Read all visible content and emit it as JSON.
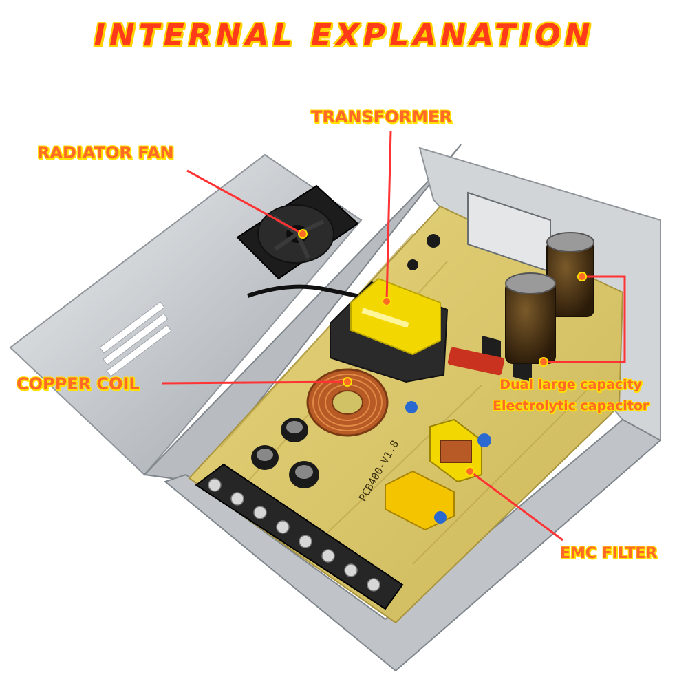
{
  "title": "INTERNAL EXPLANATION",
  "labels": {
    "radiator_fan": "RADIATOR FAN",
    "transformer": "TRANSFORMER",
    "copper_coil": "COPPER COIL",
    "capacitor_line1": "Dual large capacity",
    "capacitor_line2": "Electrolytic capacitor",
    "emc_filter": "EMC FILTER"
  },
  "colors": {
    "title_text": "#ff3b1a",
    "title_outline": "#ffd200",
    "label_text": "#ff6a26",
    "label_outline": "#ffe000",
    "callout_line": "#ff3333",
    "pcb": "#d9c66a",
    "case_metal": "#c8ccd0",
    "coil_copper": "#c8662e",
    "transformer_tape": "#f2d800",
    "fan": "#1c1c1c"
  },
  "pcb_markings": {
    "board_id": "PCB400-V1.8"
  }
}
